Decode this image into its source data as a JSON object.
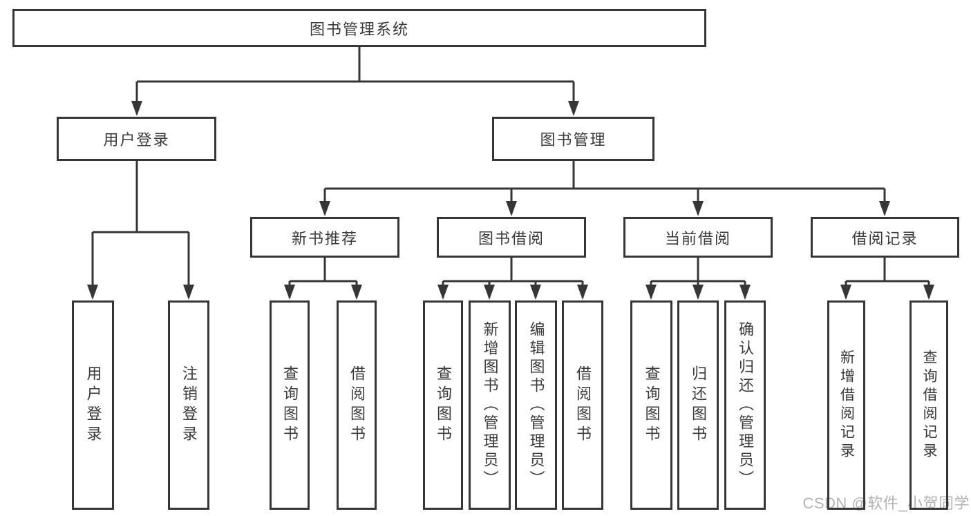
{
  "tree": {
    "root": {
      "label": "图书管理系统"
    },
    "branches": [
      {
        "label": "用户登录",
        "children": [
          {
            "label": "用户登录"
          },
          {
            "label": "注销登录"
          }
        ]
      },
      {
        "label": "图书管理",
        "groups": [
          {
            "label": "新书推荐",
            "children": [
              {
                "label": "查询图书"
              },
              {
                "label": "借阅图书"
              }
            ]
          },
          {
            "label": "图书借阅",
            "children": [
              {
                "label": "查询图书"
              },
              {
                "label": "新增图书（管理员）"
              },
              {
                "label": "编辑图书（管理员）"
              },
              {
                "label": "借阅图书"
              }
            ]
          },
          {
            "label": "当前借阅",
            "children": [
              {
                "label": "查询图书"
              },
              {
                "label": "归还图书"
              },
              {
                "label": "确认归还（管理员）"
              }
            ]
          },
          {
            "label": "借阅记录",
            "children": [
              {
                "label": "新增借阅记录"
              },
              {
                "label": "查询借阅记录"
              }
            ]
          }
        ]
      }
    ]
  },
  "watermark": {
    "text": "CSDN @软件_小贺同学"
  },
  "colors": {
    "line": "#363636",
    "text": "#3a3a3a",
    "box_background": "#ffffff",
    "watermark": "#b3b3b3"
  }
}
